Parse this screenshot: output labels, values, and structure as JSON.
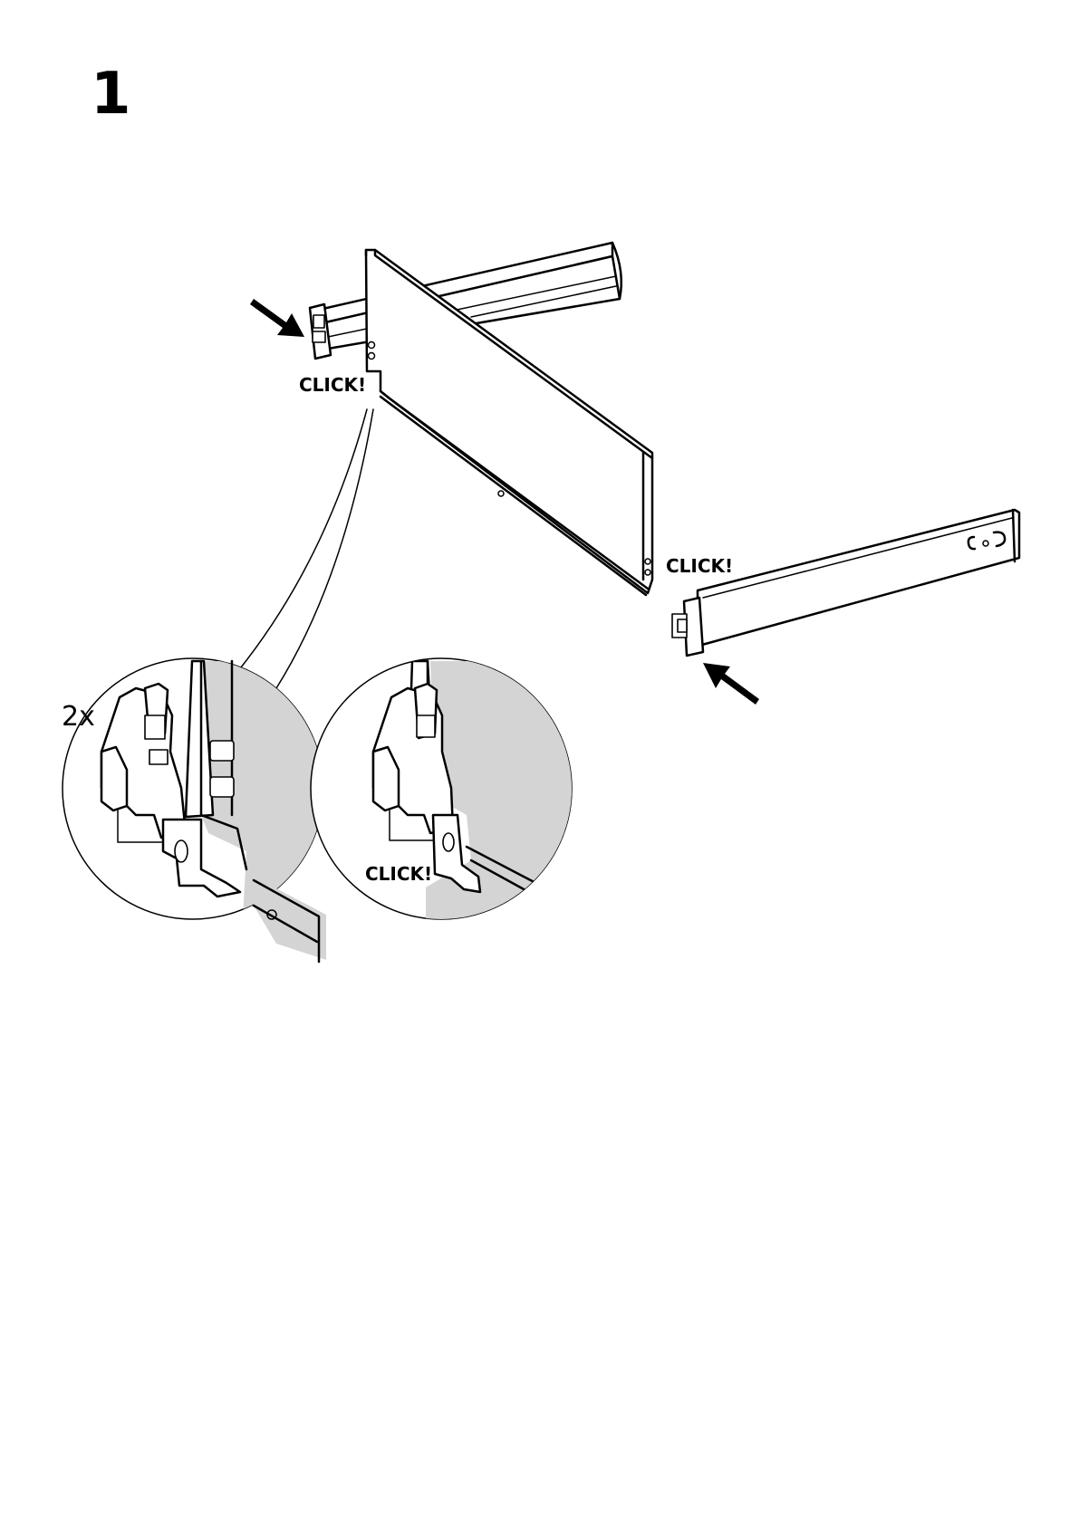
{
  "step": {
    "number": "1"
  },
  "labels": {
    "click_left": "CLICK!",
    "click_right": "CLICK!",
    "click_detail": "CLICK!",
    "quantity": "2x"
  },
  "colors": {
    "line": "#000000",
    "detail_fill": "#d4d4d4",
    "background": "#ffffff"
  },
  "icons": [
    "push-arrow-icon",
    "push-arrow-icon",
    "push-arrow-icon"
  ]
}
